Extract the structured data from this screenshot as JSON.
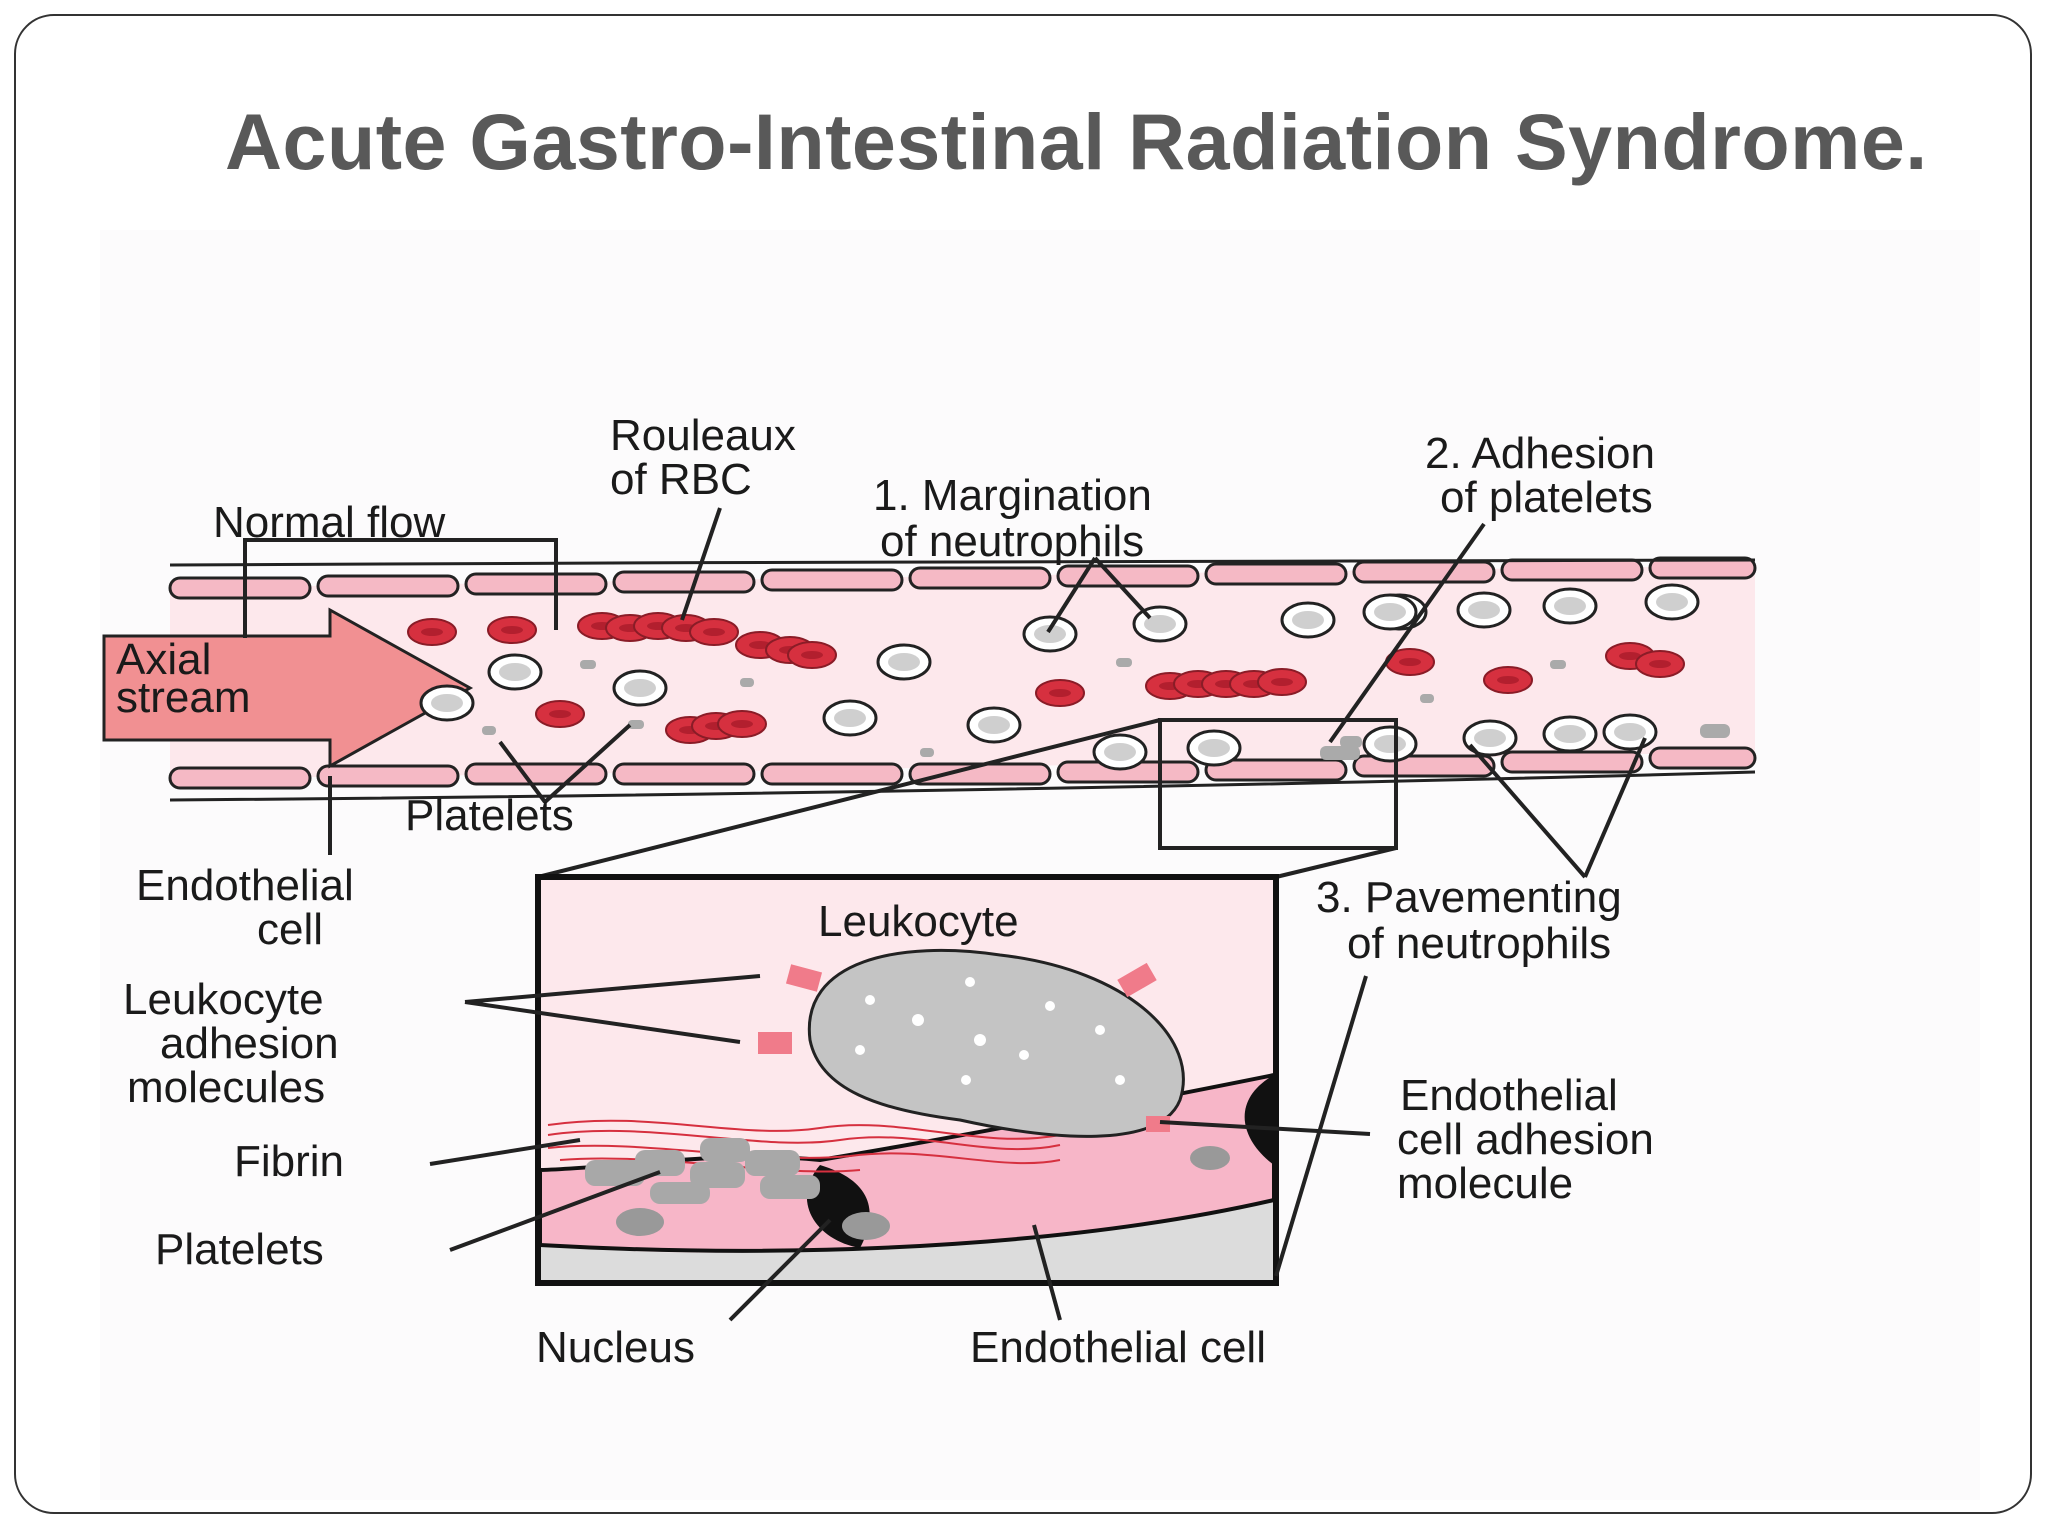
{
  "slide": {
    "title": "Acute Gastro-Intestinal Radiation Syndrome."
  },
  "diagram": {
    "labels": {
      "rouleaux_1": "Rouleaux",
      "rouleaux_2": "of RBC",
      "normal_flow": "Normal flow",
      "margination_1": "1. Margination",
      "margination_2": "of neutrophils",
      "adhesion_1": "2. Adhesion",
      "adhesion_2": "of platelets",
      "axial_1": "Axial",
      "axial_2": "stream",
      "platelets_top": "Platelets",
      "endothelial_1": "Endothelial",
      "endothelial_2": "cell",
      "pavementing_1": "3. Pavementing",
      "pavementing_2": "of neutrophils",
      "leukocyte": "Leukocyte",
      "lam_1": "Leukocyte",
      "lam_2": "adhesion",
      "lam_3": "molecules",
      "fibrin": "Fibrin",
      "platelets_bottom": "Platelets",
      "ecam_1": "Endothelial",
      "ecam_2": "cell adhesion",
      "ecam_3": "molecule",
      "nucleus": "Nucleus",
      "endothelial_cell_bottom": "Endothelial cell"
    }
  },
  "colors": {
    "title": "#595959",
    "rbc": "#d6303f",
    "vessel_wall": "#f5b9c5",
    "lumen": "#fde8ec",
    "arrow": "#f19092",
    "cell_gray": "#c4c4c4"
  }
}
